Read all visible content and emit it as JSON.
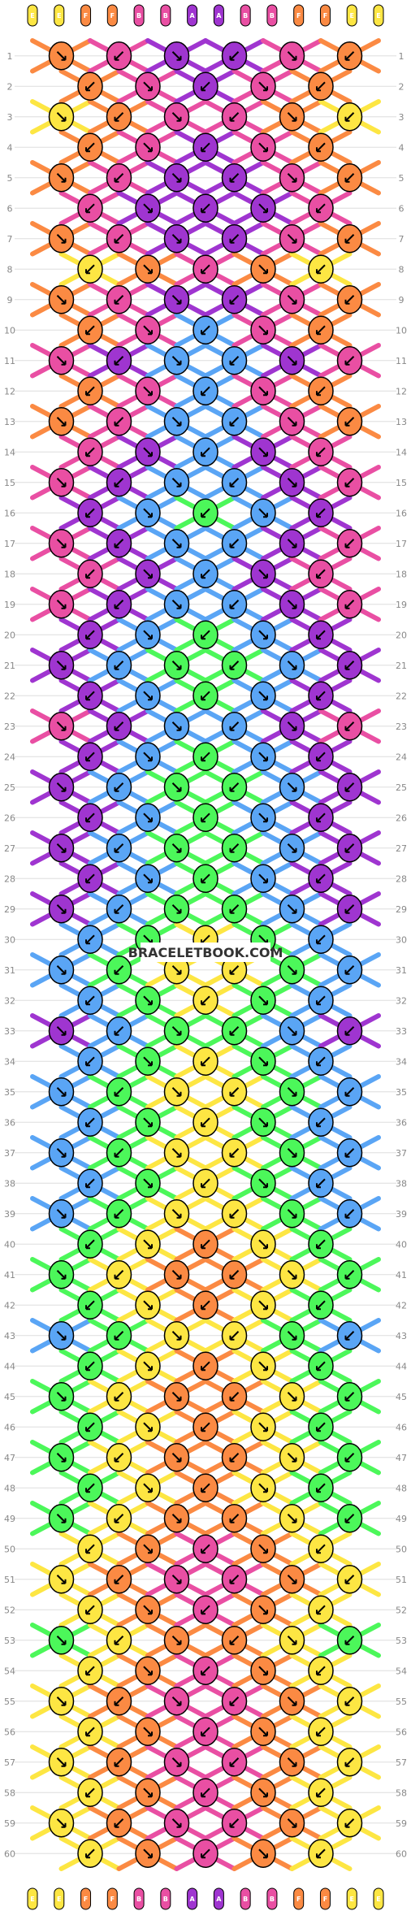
{
  "watermark": "BRACELETBOOK.COM",
  "strand_labels_top": [
    "E",
    "E",
    "F",
    "F",
    "B",
    "B",
    "A",
    "A",
    "B",
    "B",
    "F",
    "F",
    "E",
    "E"
  ],
  "strand_labels_bottom": [
    "E",
    "E",
    "F",
    "F",
    "B",
    "B",
    "A",
    "A",
    "B",
    "B",
    "F",
    "F",
    "E",
    "E"
  ],
  "row_count": 60,
  "colors": {
    "A": "#9f35d0",
    "B": "#e94fa3",
    "C": "#5aa5f5",
    "D": "#4cf75a",
    "E": "#fde643",
    "F": "#fb8a43"
  },
  "color_names": [
    "A",
    "B",
    "C",
    "D",
    "E",
    "F"
  ],
  "background": "#ffffff",
  "knot_outline": "#000000",
  "row_sequence": [
    "FBAABF",
    "FBAABF",
    "EFBBFE",
    "FBAABF",
    "FBAABF",
    "BAAAAB",
    "FBAABF",
    "EFBBFE",
    "FBAABF",
    "FBCCBF",
    "BACCAB",
    "FBCCBF",
    "FBCCBF",
    "BACCAB",
    "BACCAB",
    "ACDDCA",
    "BACCAB",
    "BACCAB",
    "BACCAB",
    "ACDDCA",
    "ACDDCA",
    "ACDDCA",
    "BACCAB",
    "ACDDCA",
    "ACDDCA",
    "ACDDCA",
    "ACDDCA",
    "ACDDCA",
    "ACDDCA",
    "CDEEDC",
    "CDEEDC",
    "CDEEDC",
    "ACDDCA",
    "CDEEDC",
    "CDEEDC",
    "CDEEDC",
    "CDEEDC",
    "CDEEDC",
    "CDEEDC",
    "DEFFED",
    "DEFFED",
    "DEFFED",
    "CDEEDC",
    "DEFFED",
    "DEFFED",
    "DEFFED",
    "DEFFED",
    "DEFFED",
    "DEFFED",
    "EFBBFE",
    "EFBBFE",
    "EFBBFE",
    "DEFFED",
    "EFBBFE",
    "EFBBFE",
    "EFBBFE",
    "EFBBFE",
    "EFBBFE",
    "EFBBFE",
    "EFBBFE"
  ]
}
